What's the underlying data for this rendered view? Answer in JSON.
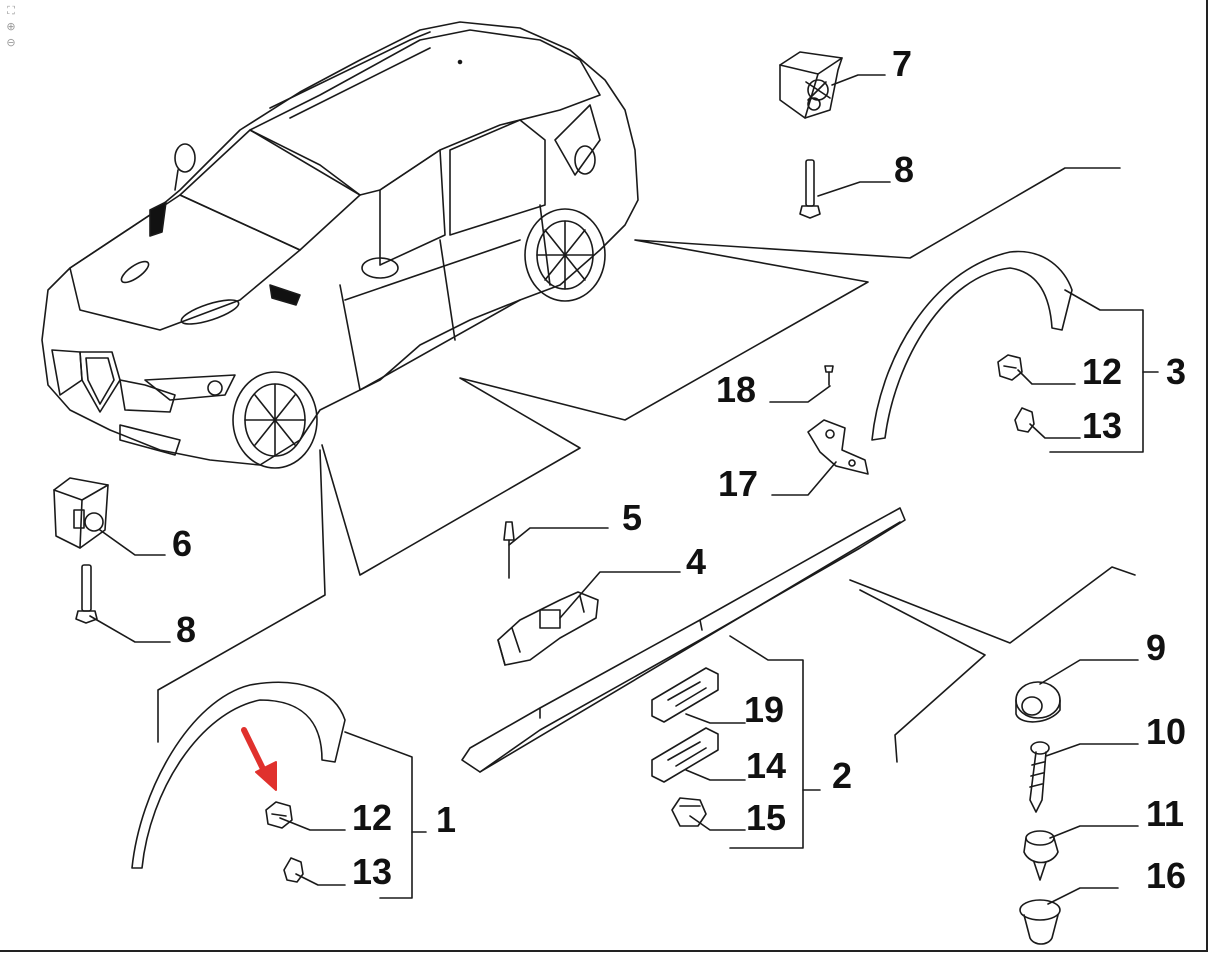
{
  "viewer": {
    "tools": [
      {
        "icon": "fit-page-icon",
        "glyph": "⛶"
      },
      {
        "icon": "zoom-in-icon",
        "glyph": "⊕"
      },
      {
        "icon": "zoom-out-icon",
        "glyph": "⊖"
      }
    ]
  },
  "accent": {
    "arrow_color": "#e0312d",
    "line_color": "#1a1a1a"
  },
  "callouts": [
    {
      "id": "c7",
      "label": "7"
    },
    {
      "id": "c8a",
      "label": "8"
    },
    {
      "id": "c12a",
      "label": "12"
    },
    {
      "id": "c3",
      "label": "3"
    },
    {
      "id": "c13a",
      "label": "13"
    },
    {
      "id": "c18",
      "label": "18"
    },
    {
      "id": "c17",
      "label": "17"
    },
    {
      "id": "c5",
      "label": "5"
    },
    {
      "id": "c6",
      "label": "6"
    },
    {
      "id": "c4",
      "label": "4"
    },
    {
      "id": "c8b",
      "label": "8"
    },
    {
      "id": "c9",
      "label": "9"
    },
    {
      "id": "c19",
      "label": "19"
    },
    {
      "id": "c10",
      "label": "10"
    },
    {
      "id": "c14",
      "label": "14"
    },
    {
      "id": "c2",
      "label": "2"
    },
    {
      "id": "c12b",
      "label": "12"
    },
    {
      "id": "c1",
      "label": "1"
    },
    {
      "id": "c15",
      "label": "15"
    },
    {
      "id": "c11",
      "label": "11"
    },
    {
      "id": "c13b",
      "label": "13"
    },
    {
      "id": "c16",
      "label": "16"
    }
  ]
}
